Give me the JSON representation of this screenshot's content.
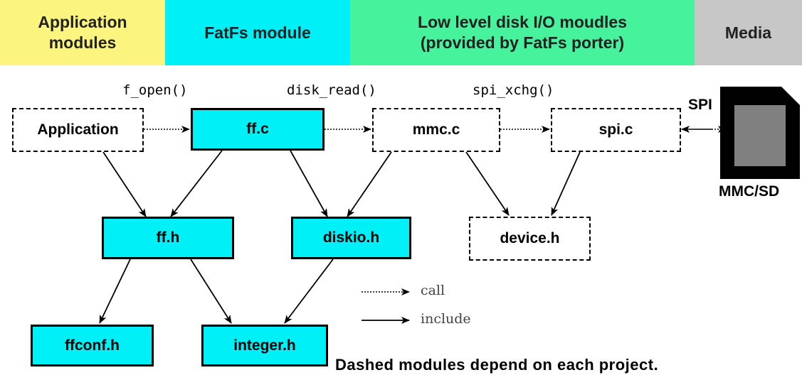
{
  "header": {
    "bands": [
      {
        "label": "Application\nmodules",
        "color": "#fbf57f"
      },
      {
        "label": "FatFs module",
        "color": "#00f0f8"
      },
      {
        "label": "Low level disk I/O moudles\n(provided by FatFs porter)",
        "color": "#47f29c"
      },
      {
        "label": "Media",
        "color": "#c7c7c7"
      }
    ]
  },
  "functions": {
    "open": "f_open()",
    "read": "disk_read()",
    "xchg": "spi_xchg()"
  },
  "modules": {
    "application": "Application",
    "ff_c": "ff.c",
    "mmc_c": "mmc.c",
    "spi_c": "spi.c",
    "ff_h": "ff.h",
    "diskio_h": "diskio.h",
    "device_h": "device.h",
    "ffconf_h": "ffconf.h",
    "integer_h": "integer.h"
  },
  "fill_color": "#00f0f8",
  "media": {
    "interface": "SPI",
    "card_label": "MMC/SD",
    "card_icon": "sd-card-icon"
  },
  "legend": {
    "call": "call",
    "include": "include"
  },
  "note": "Dashed modules depend on each project."
}
